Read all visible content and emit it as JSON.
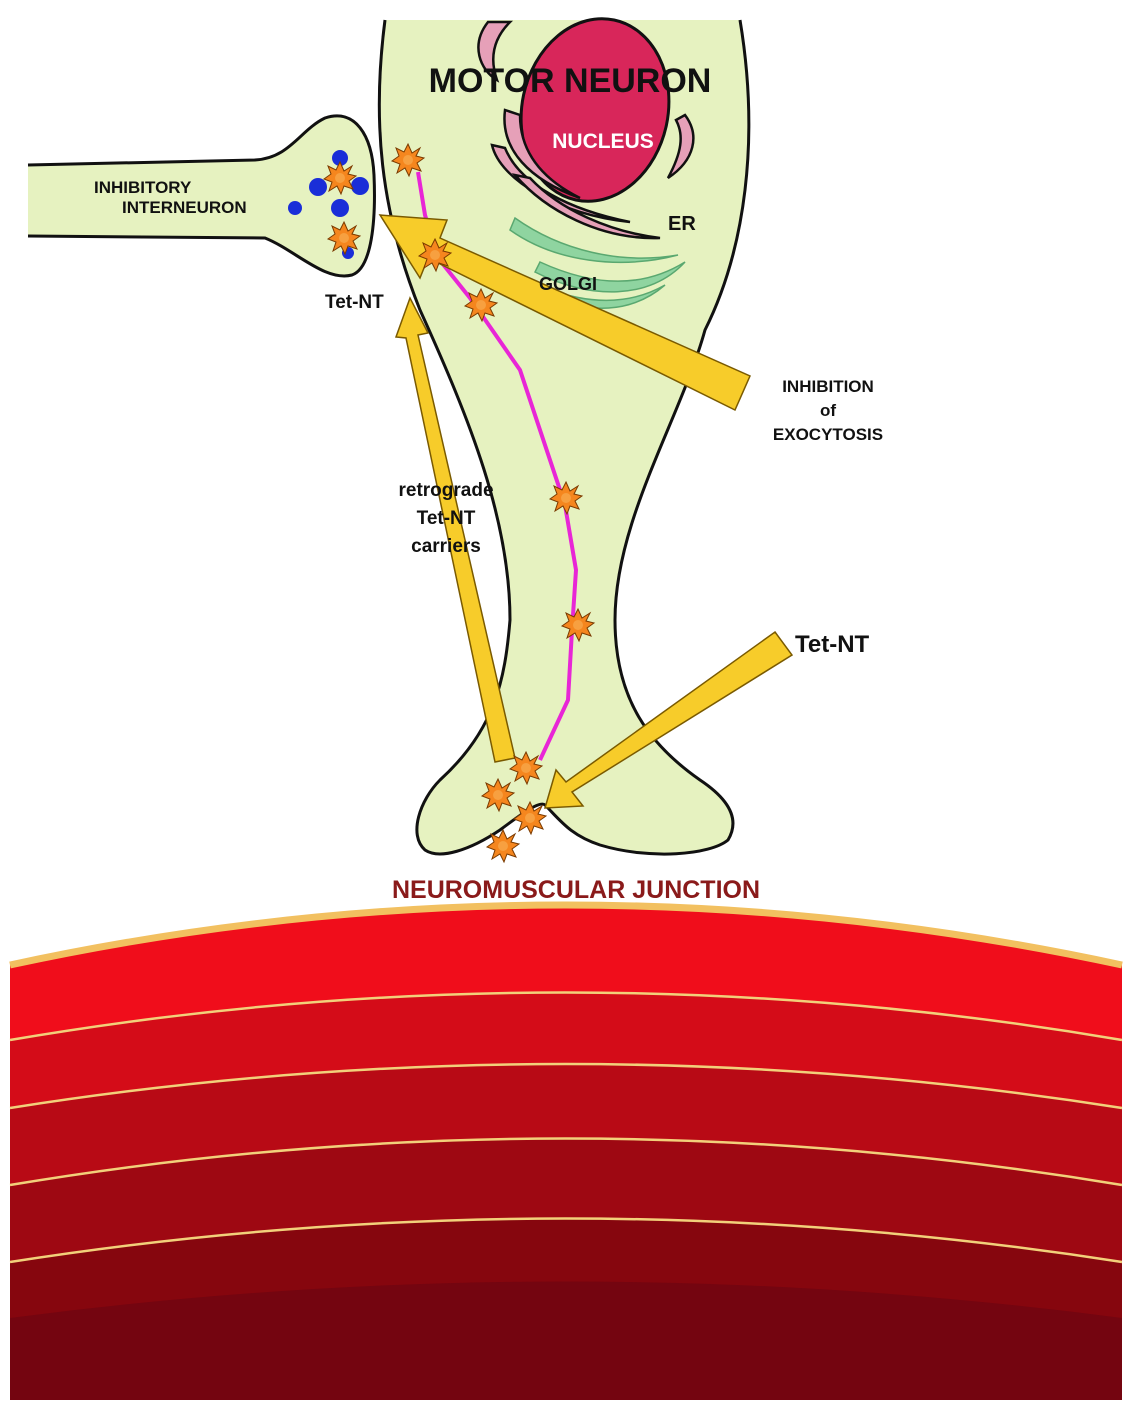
{
  "labels": {
    "motor_neuron": "MOTOR NEURON",
    "nucleus": "NUCLEUS",
    "er": "ER",
    "golgi": "GOLGI",
    "inhibitory_interneuron_line1": "INHIBITORY",
    "inhibitory_interneuron_line2": "INTERNEURON",
    "tet_nt_upper": "Tet-NT",
    "inhibition_line1": "INHIBITION",
    "inhibition_line2": "of",
    "inhibition_line3": "EXOCYTOSIS",
    "retrograde_line1": "retrograde",
    "retrograde_line2": "Tet-NT",
    "retrograde_line3": "carriers",
    "tet_nt_lower": "Tet-NT",
    "neuromuscular_junction": "NEUROMUSCULAR JUNCTION"
  },
  "colors": {
    "neuron_fill": "#e6f2c0",
    "outline": "#111111",
    "nucleus": "#d8265a",
    "er": "#e6a0b8",
    "golgi": "#8fd4a0",
    "transport_track": "#e826d6",
    "arrow": "#f7cc2a",
    "toxin": "#f5861e",
    "vesicle": "#1a2ed8",
    "nmj_label": "#8a1a1a",
    "muscle_bands": [
      "#f00d1b",
      "#d40c18",
      "#b80a15",
      "#9e0812",
      "#86060e",
      "#740510"
    ],
    "muscle_lines": "#f2d07a"
  }
}
